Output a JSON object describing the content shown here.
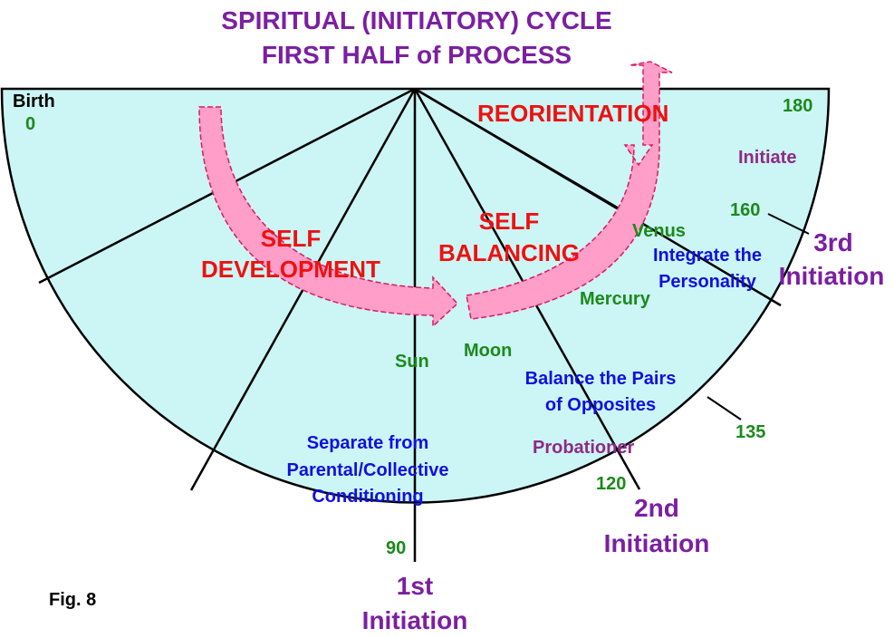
{
  "colors": {
    "sector_fill": "#ccf5f5",
    "outline": "#000000",
    "arrow_fill": "#ff9ec8",
    "arrow_stroke": "#d81b60",
    "title": "#7b1fa2",
    "degree": "#1b8a1b",
    "planet": "#1b8a1b",
    "task": "#1010e0",
    "phase": "#ee1111",
    "stage": "#8e2a86",
    "initiation": "#7b1fa2"
  },
  "title": {
    "line1": "SPIRITUAL (INITIATORY) CYCLE",
    "line2": "FIRST HALF of PROCESS"
  },
  "birth": {
    "label": "Birth",
    "degree": "0"
  },
  "degrees": {
    "d90": "90",
    "d120": "120",
    "d135": "135",
    "d160": "160",
    "d180": "180"
  },
  "phases": {
    "reorientation": "REORIENTATION",
    "self_development": [
      "SELF",
      "DEVELOPMENT"
    ],
    "self_balancing": [
      "SELF",
      "BALANCING"
    ]
  },
  "planets": {
    "sun": "Sun",
    "moon": "Moon",
    "mercury": "Mercury",
    "venus": "Venus"
  },
  "tasks": {
    "separate": [
      "Separate from",
      "Parental/Collective",
      "Conditioning"
    ],
    "balance": [
      "Balance the Pairs",
      "of Opposites"
    ],
    "integrate": [
      "Integrate the",
      "Personality"
    ]
  },
  "stages": {
    "probationer": "Probationer",
    "initiate": "Initiate"
  },
  "initiations": {
    "first": [
      "1st",
      "Initiation"
    ],
    "second": [
      "2nd",
      "Initiation"
    ],
    "third": [
      "3rd",
      "Initiation"
    ]
  },
  "figure_label": "Fig. 8"
}
